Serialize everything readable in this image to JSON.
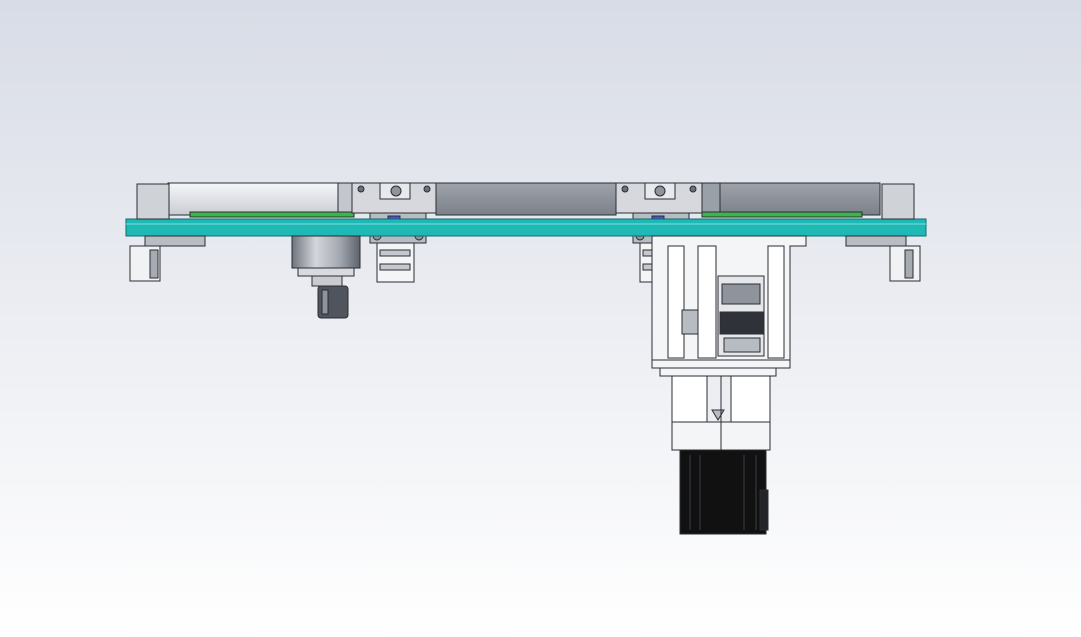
{
  "scene": {
    "kind": "cad-viewport",
    "view": "front elevation",
    "background": {
      "top": "#d8dce6",
      "bottom": "#ffffff"
    },
    "colors": {
      "base_plate": "#1fb9b5",
      "base_plate_edge": "#0d6e6b",
      "rail": "#3cb54a",
      "steel": "#c9cbd1",
      "steel_dark": "#8e939c",
      "frame": "#f4f5f7",
      "motor": "#111111",
      "accent": "#4a4fd6",
      "outline": "#2b2d33"
    },
    "components": [
      "base-plate",
      "left-disc",
      "right-disc",
      "left-slide-block",
      "right-slide-block",
      "left-roller",
      "left-shaft",
      "right-roller",
      "drive-frame",
      "coupling",
      "gear-housing",
      "servo-motor",
      "left-end-bracket",
      "right-end-bracket"
    ]
  }
}
